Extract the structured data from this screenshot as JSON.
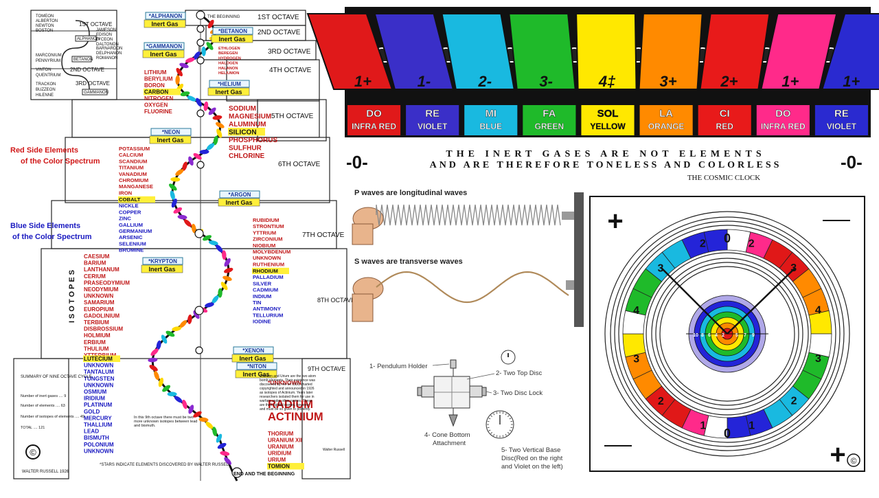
{
  "left_chart": {
    "octaves": [
      "1ST OCTAVE",
      "2ND OCTAVE",
      "3RD OCTAVE",
      "4TH OCTAVE",
      "5TH OCTAVE",
      "6TH OCTAVE",
      "7TH OCTAVE",
      "8TH OCTAVE",
      "9TH OCTAVE"
    ],
    "octave_1": "1ST OCTAVE",
    "octave_2": "2ND OCTAVE",
    "octave_3": "3RD OCTAVE",
    "octave_4": "4TH OCTAVE",
    "octave_5": "5TH OCTAVE",
    "octave_6": "6TH OCTAVE",
    "octave_7": "7TH OCTAVE",
    "octave_8": "8TH OCTAVE",
    "octave_9": "9TH OCTAVE",
    "the_beginning": "THE BEGINNING",
    "end_and_beginning": "END AND THE BEGINNING",
    "inert_gas_label": "Inert Gas",
    "gases": [
      "ALPHANON",
      "BETANON",
      "GAMMANON",
      "HELIUM",
      "NEON",
      "ARGON",
      "KRYPTON",
      "XENON",
      "NITON"
    ],
    "inset_top_left": [
      "TOMEON",
      "ALBERTON",
      "NEWTON",
      "BOSTON"
    ],
    "inset_top_right": [
      "JAMESON",
      "EDISON",
      "LYCEON",
      "DALTONON"
    ],
    "inset_mid": [
      "MARCONIUM",
      "PENNYRIUM",
      "VINTON",
      "QUENTRIUM",
      "TRACKON",
      "BUZZEON",
      "HILENNE"
    ],
    "inset_mid_right": [
      "BARNARDON",
      "DELPHANON",
      "ROMANON"
    ],
    "inset_boxes": [
      "ALPHANON",
      "BETANON",
      "GAMMANON"
    ],
    "left_elements_4": [
      "LITHIUM",
      "BERYLIUM",
      "BORON",
      "CARBON",
      "NITROGEN",
      "OXYGEN",
      "FLUORINE"
    ],
    "right_elements_3": [
      "ETHLOGEN",
      "BEREGEN",
      "HYDROGEN",
      "HALOGEN",
      "HALANON",
      "HELIUMON"
    ],
    "right_elements_5": [
      "SODIUM",
      "MAGNESIUM",
      "ALUMINUM",
      "SILICON",
      "PHOSPHORUS",
      "SULFHUR",
      "CHLORINE"
    ],
    "left_elements_6": [
      "POTASSIUM",
      "CALCIUM",
      "SCANDIUM",
      "TITANIUM",
      "VANADIUM",
      "CHROMIUM",
      "MANGANESE",
      "IRON",
      "COBALT",
      "NICKLE",
      "COPPER",
      "ZINC",
      "GALLIUM",
      "GERMANIUM",
      "ARSENIC",
      "SELENIUM",
      "BROMINE"
    ],
    "right_elements_7": [
      "RUBIDIUM",
      "STRONTIUM",
      "YTTRIUM",
      "ZIRCONIUM",
      "NIOBIUM",
      "MOLYBDENUM",
      "UNKNOWN",
      "RUTHENIUM",
      "RHODIUM",
      "PALLADIUM",
      "SILVER",
      "CADMIUM",
      "INDIUM",
      "TIN",
      "ANTIMONY",
      "TELLURIUM",
      "IODINE"
    ],
    "left_elements_8": [
      "CAESIUM",
      "BARIUM",
      "LANTHANUM",
      "CERIUM",
      "PRASEODYMIUM",
      "NEODYMIUM",
      "UNKNOWN",
      "SAMARIUM",
      "EUROPIUM",
      "GADOLINIUM",
      "TERBIUM",
      "DISBROSSIUM",
      "HOLMIUM",
      "ERBIUM",
      "THULIUM",
      "YTTERBIUM",
      "LUTECIUM",
      "UNKNOWN",
      "TANTALUM",
      "TUNGSTEN",
      "UNKNOWN",
      "OSMIUM",
      "IRIDIUM",
      "PLATINUM",
      "GOLD",
      "MERCURY",
      "THALLIUM",
      "LEAD",
      "BISMUTH",
      "POLONIUM",
      "UNKNOWN"
    ],
    "right_elements_9": [
      "*UNKNOWN",
      "RADIUM",
      "ACTINIUM",
      "THORIUM",
      "URANIUM XII",
      "URANIUM",
      "URIDIUM",
      "URIUM",
      "TOMION"
    ],
    "red_side": "Red Side Elements of the Color Spectrum",
    "red_side_1": "Red Side Elements",
    "red_side_2": "of the Color Spectrum",
    "blue_side_1": "Blue Side Elements",
    "blue_side_2": "of the Color Spectrum",
    "isotopes": "ISOTOPES",
    "summary_title": "SUMMARY OF NINE OCTAVE CYCLE",
    "summary_rows": [
      "Number of inert gases .... 9",
      "Number of elements .... 63",
      "Number of isotopes of elements .... 49",
      "TOTAL .... 121"
    ],
    "note_9th": "In this 9th octave there must be two more unknown isotopes between lead and bismuth.",
    "note_uranium": "Uranium and Urium are the two atom bomb elements. Their existence was discovered by me on 1921 charted copyrighted and announced in 1926 as isotopes of Actinium. Years later researchers isolated them for use in warfare under other names. These are their rightful names, however and must be so given to posterity.",
    "signature_note": "Walter Russell",
    "footer_left": "WALTER RUSSELL 1926",
    "footer_stars": "*STARS INDICATE ELEMENTS DISCOVERED BY WALTER RUSSELL",
    "copyright": "©"
  },
  "keyboard": {
    "top_numbers": [
      "1+",
      "1-",
      "2-",
      "3-",
      "4‡",
      "3+",
      "2+",
      "1+",
      "1+"
    ],
    "keys": [
      {
        "note": "DO",
        "color": "INFRA RED",
        "hex": "#e0191a"
      },
      {
        "note": "RE",
        "color": "VIOLET",
        "hex": "#3a2fc8"
      },
      {
        "note": "MI",
        "color": "BLUE",
        "hex": "#19b9e0"
      },
      {
        "note": "FA",
        "color": "GREEN",
        "hex": "#1fba2a"
      },
      {
        "note": "SOL",
        "color": "YELLOW",
        "hex": "#ffe800"
      },
      {
        "note": "LA",
        "color": "ORANGE",
        "hex": "#ff8a00"
      },
      {
        "note": "CI",
        "color": "RED",
        "hex": "#e81a1a"
      },
      {
        "note": "DO",
        "color": "INFRA RED",
        "hex": "#ff2a8a"
      },
      {
        "note": "RE",
        "color": "VIOLET",
        "hex": "#2a2ad0"
      }
    ],
    "zero": "-0-",
    "statement_line1": "THE INERT GASES ARE NOT ELEMENTS",
    "statement_line2": "AND ARE THEREFORE TONELESS AND COLORLESS",
    "caption": "THE COSMIC CLOCK"
  },
  "waves": {
    "p_label": "P waves are longitudinal waves",
    "s_label": "S waves are transverse waves"
  },
  "pendulum": {
    "parts": [
      "1- Pendulum Holder",
      "2- Two Top Disc",
      "3- Two Disc Lock",
      "4- Cone Bottom Attachment",
      "5- Two Vertical Base Disc(Red on the right and Violet on the left)"
    ],
    "part1": "1- Pendulum Holder",
    "part2": "2- Two Top Disc",
    "part3": "3- Two Disc Lock",
    "part4a": "4- Cone Bottom",
    "part4b": "Attachment",
    "part5a": "5- Two Vertical Base",
    "part5b": "Disc(Red on the right",
    "part5c": "and Violet on the left)"
  },
  "clock": {
    "zero_top": "0",
    "zero_bottom": "0",
    "numbers": [
      "2",
      "3",
      "4",
      "3",
      "2",
      "1",
      "1",
      "2",
      "3",
      "4",
      "3",
      "2"
    ],
    "center_numbers": [
      "10",
      "8",
      "6",
      "4",
      "2",
      "5",
      "7",
      "9"
    ],
    "ring_colors": [
      "#e01818",
      "#ff8a00",
      "#ffe800",
      "#1fba2a",
      "#19b9e0",
      "#2424d8",
      "#b0a8e8"
    ],
    "copyright": "©"
  }
}
